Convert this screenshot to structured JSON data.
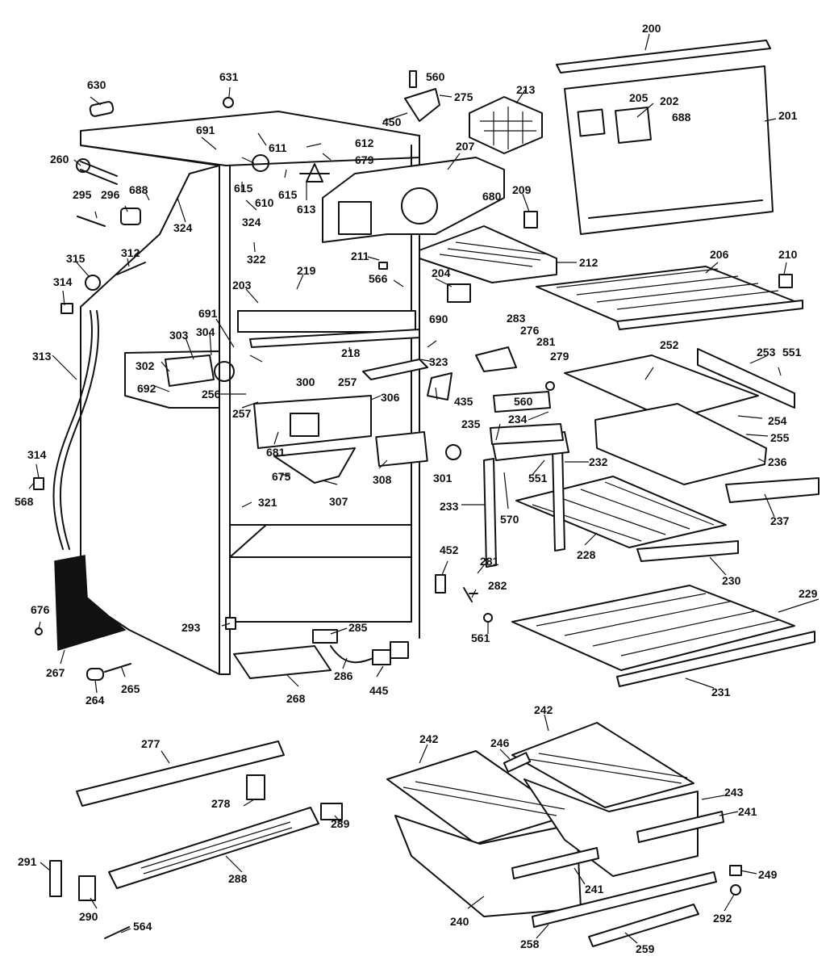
{
  "callouts": [
    {
      "id": "200",
      "text": "200"
    },
    {
      "id": "201",
      "text": "201"
    },
    {
      "id": "202",
      "text": "202"
    },
    {
      "id": "203",
      "text": "203"
    },
    {
      "id": "204",
      "text": "204"
    },
    {
      "id": "205",
      "text": "205"
    },
    {
      "id": "206",
      "text": "206"
    },
    {
      "id": "207",
      "text": "207"
    },
    {
      "id": "209",
      "text": "209"
    },
    {
      "id": "210",
      "text": "210"
    },
    {
      "id": "211",
      "text": "211"
    },
    {
      "id": "212",
      "text": "212"
    },
    {
      "id": "213",
      "text": "213"
    },
    {
      "id": "218",
      "text": "218"
    },
    {
      "id": "219",
      "text": "219"
    },
    {
      "id": "228",
      "text": "228"
    },
    {
      "id": "229",
      "text": "229"
    },
    {
      "id": "230",
      "text": "230"
    },
    {
      "id": "231",
      "text": "231"
    },
    {
      "id": "232",
      "text": "232"
    },
    {
      "id": "233",
      "text": "233"
    },
    {
      "id": "234",
      "text": "234"
    },
    {
      "id": "235",
      "text": "235"
    },
    {
      "id": "236",
      "text": "236"
    },
    {
      "id": "237",
      "text": "237"
    },
    {
      "id": "240",
      "text": "240"
    },
    {
      "id": "241a",
      "text": "241"
    },
    {
      "id": "241b",
      "text": "241"
    },
    {
      "id": "242a",
      "text": "242"
    },
    {
      "id": "242b",
      "text": "242"
    },
    {
      "id": "243",
      "text": "243"
    },
    {
      "id": "246",
      "text": "246"
    },
    {
      "id": "249",
      "text": "249"
    },
    {
      "id": "252",
      "text": "252"
    },
    {
      "id": "253",
      "text": "253"
    },
    {
      "id": "254",
      "text": "254"
    },
    {
      "id": "255",
      "text": "255"
    },
    {
      "id": "256",
      "text": "256"
    },
    {
      "id": "257a",
      "text": "257"
    },
    {
      "id": "257b",
      "text": "257"
    },
    {
      "id": "258",
      "text": "258"
    },
    {
      "id": "259",
      "text": "259"
    },
    {
      "id": "260",
      "text": "260"
    },
    {
      "id": "264",
      "text": "264"
    },
    {
      "id": "265",
      "text": "265"
    },
    {
      "id": "267",
      "text": "267"
    },
    {
      "id": "268",
      "text": "268"
    },
    {
      "id": "275",
      "text": "275"
    },
    {
      "id": "276",
      "text": "276"
    },
    {
      "id": "277",
      "text": "277"
    },
    {
      "id": "278",
      "text": "278"
    },
    {
      "id": "279",
      "text": "279"
    },
    {
      "id": "281a",
      "text": "281"
    },
    {
      "id": "281b",
      "text": "281"
    },
    {
      "id": "282",
      "text": "282"
    },
    {
      "id": "283",
      "text": "283"
    },
    {
      "id": "285",
      "text": "285"
    },
    {
      "id": "286",
      "text": "286"
    },
    {
      "id": "288",
      "text": "288"
    },
    {
      "id": "289",
      "text": "289"
    },
    {
      "id": "290",
      "text": "290"
    },
    {
      "id": "291",
      "text": "291"
    },
    {
      "id": "292",
      "text": "292"
    },
    {
      "id": "293",
      "text": "293"
    },
    {
      "id": "295",
      "text": "295"
    },
    {
      "id": "296",
      "text": "296"
    },
    {
      "id": "300",
      "text": "300"
    },
    {
      "id": "301",
      "text": "301"
    },
    {
      "id": "302",
      "text": "302"
    },
    {
      "id": "303",
      "text": "303"
    },
    {
      "id": "304",
      "text": "304"
    },
    {
      "id": "306",
      "text": "306"
    },
    {
      "id": "307",
      "text": "307"
    },
    {
      "id": "308",
      "text": "308"
    },
    {
      "id": "312",
      "text": "312"
    },
    {
      "id": "313",
      "text": "313"
    },
    {
      "id": "314a",
      "text": "314"
    },
    {
      "id": "314b",
      "text": "314"
    },
    {
      "id": "315",
      "text": "315"
    },
    {
      "id": "321",
      "text": "321"
    },
    {
      "id": "322",
      "text": "322"
    },
    {
      "id": "323",
      "text": "323"
    },
    {
      "id": "324a",
      "text": "324"
    },
    {
      "id": "324b",
      "text": "324"
    },
    {
      "id": "435",
      "text": "435"
    },
    {
      "id": "445",
      "text": "445"
    },
    {
      "id": "450",
      "text": "450"
    },
    {
      "id": "452",
      "text": "452"
    },
    {
      "id": "551a",
      "text": "551"
    },
    {
      "id": "551b",
      "text": "551"
    },
    {
      "id": "560a",
      "text": "560"
    },
    {
      "id": "560b",
      "text": "560"
    },
    {
      "id": "561",
      "text": "561"
    },
    {
      "id": "564",
      "text": "564"
    },
    {
      "id": "566",
      "text": "566"
    },
    {
      "id": "568",
      "text": "568"
    },
    {
      "id": "570",
      "text": "570"
    },
    {
      "id": "610",
      "text": "610"
    },
    {
      "id": "611",
      "text": "611"
    },
    {
      "id": "612",
      "text": "612"
    },
    {
      "id": "613",
      "text": "613"
    },
    {
      "id": "615a",
      "text": "615"
    },
    {
      "id": "615b",
      "text": "615"
    },
    {
      "id": "630",
      "text": "630"
    },
    {
      "id": "631",
      "text": "631"
    },
    {
      "id": "675",
      "text": "675"
    },
    {
      "id": "676",
      "text": "676"
    },
    {
      "id": "679",
      "text": "679"
    },
    {
      "id": "680",
      "text": "680"
    },
    {
      "id": "681",
      "text": "681"
    },
    {
      "id": "688a",
      "text": "688"
    },
    {
      "id": "688b",
      "text": "688"
    },
    {
      "id": "690",
      "text": "690"
    },
    {
      "id": "691a",
      "text": "691"
    },
    {
      "id": "691b",
      "text": "691"
    },
    {
      "id": "692",
      "text": "692"
    }
  ]
}
